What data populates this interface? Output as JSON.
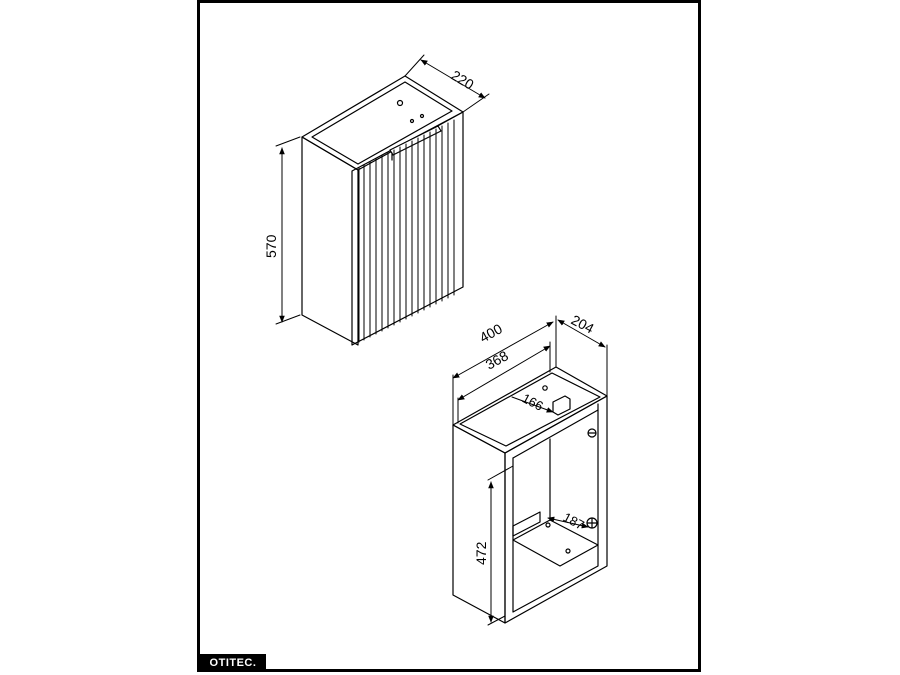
{
  "brand": {
    "logo_text": "OTITEC."
  },
  "views": {
    "closed_cabinet": {
      "depth_label": "220",
      "height_label": "570"
    },
    "open_cabinet": {
      "width_outer_label": "400",
      "width_inner_label": "368",
      "depth_label": "204",
      "basin_offset_label": "166",
      "pipe_offset_label": "187",
      "inner_height_label": "472"
    }
  },
  "colors": {
    "line": "#000000",
    "background": "#ffffff"
  }
}
